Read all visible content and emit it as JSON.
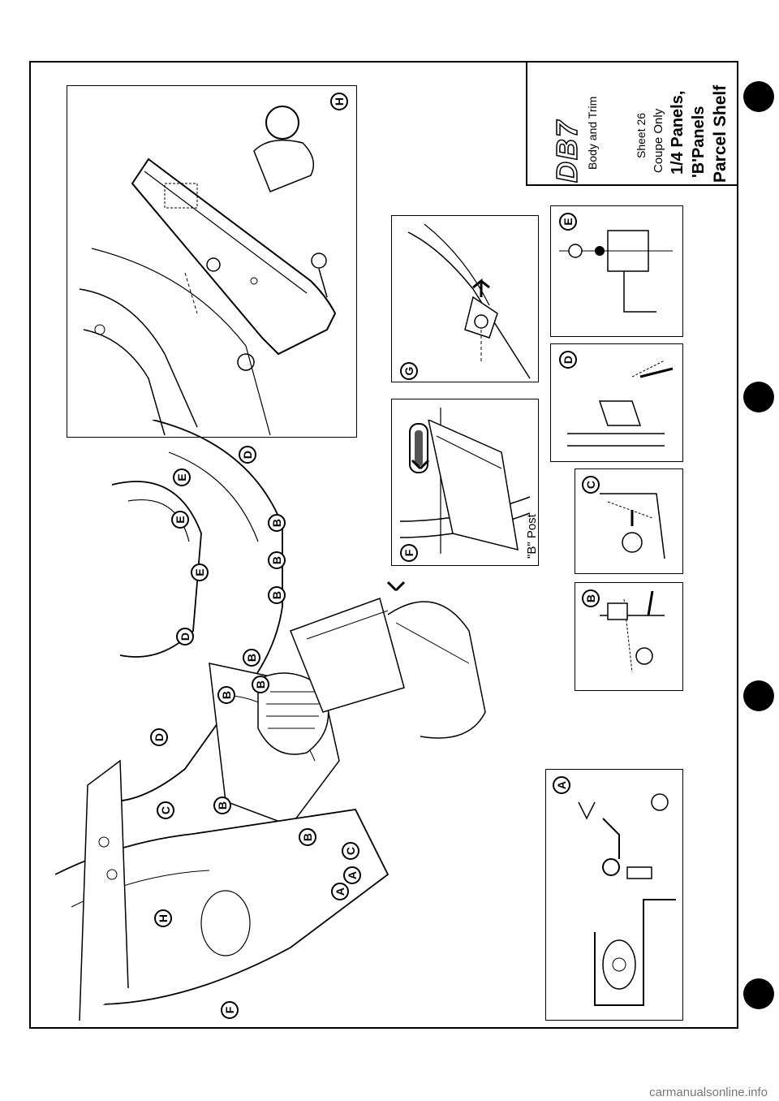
{
  "title_block": {
    "logo": "DB7",
    "subtitle": "Body and Trim",
    "sheet": "Sheet 26",
    "variant": "Coupe Only",
    "line1": "1/4 Panels,",
    "line2": "'B'Panels",
    "line3": "Parcel Shelf"
  },
  "details": {
    "A": "A",
    "B": "B",
    "C": "C",
    "D": "D",
    "E": "E",
    "F": "F",
    "G": "G",
    "H": "H"
  },
  "f_caption": "\"B\" Post",
  "footer": "carmanualsonline.info"
}
